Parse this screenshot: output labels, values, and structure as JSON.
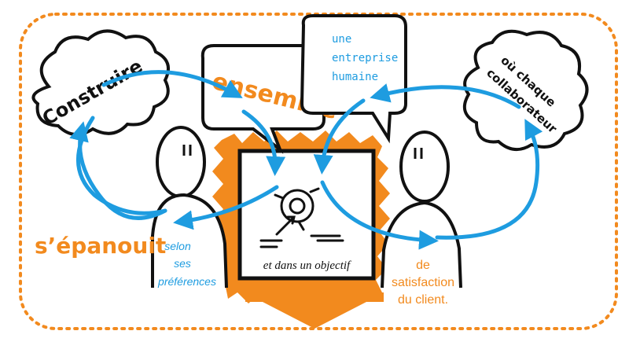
{
  "texts": {
    "construire": "Construire",
    "ensemble": "ensemble",
    "entreprise_line1": "une",
    "entreprise_line2": "entreprise",
    "entreprise_line3": "humaine",
    "collaborateur_line1": "où chaque",
    "collaborateur_line2": "collaborateur",
    "epanouit": "s’épanouit",
    "preferences_line1": "selon",
    "preferences_line2": "ses",
    "preferences_line3": "préférences",
    "objectif": "et dans un objectif",
    "satisfaction_line1": "de",
    "satisfaction_line2": "satisfaction",
    "satisfaction_line3": "du client."
  },
  "colors": {
    "orange": "#f28a1e",
    "blue": "#1e9ce0",
    "black": "#111111",
    "white": "#ffffff"
  }
}
